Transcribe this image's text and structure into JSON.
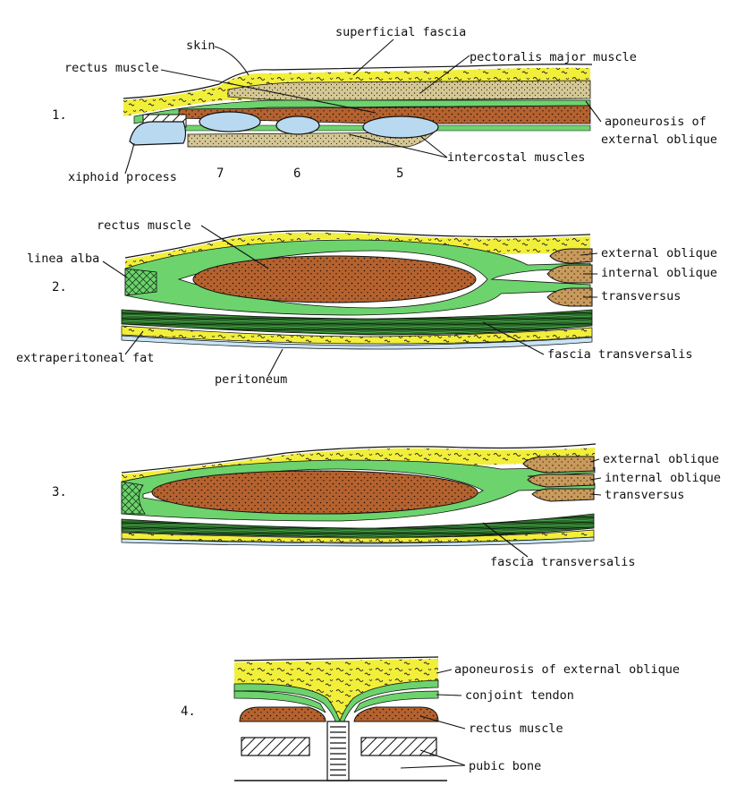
{
  "colors": {
    "fat": "#f2ef3a",
    "fascia": "#6dd36d",
    "muscle": "#b5622f",
    "muscle_light": "#c89a5c",
    "cartilage": "#b9d9f0",
    "peritoneum": "#c8e4f5",
    "pectoral": "#d4c896",
    "dark_green": "#1e4a1e",
    "ink": "#111111"
  },
  "sections": [
    {
      "number": "1.",
      "labels": {
        "skin": "skin",
        "superficial_fascia": "superficial fascia",
        "rectus": "rectus muscle",
        "pectoralis": "pectoralis major muscle",
        "aponeurosis_1": "aponeurosis of",
        "aponeurosis_2": "external oblique",
        "intercostal": "intercostal muscles",
        "xiphoid": "xiphoid process",
        "rib7": "7",
        "rib6": "6",
        "rib5": "5"
      }
    },
    {
      "number": "2.",
      "labels": {
        "rectus": "rectus muscle",
        "linea_alba": "linea alba",
        "external_oblique": "external oblique",
        "internal_oblique": "internal oblique",
        "transversus": "transversus",
        "extraperitoneal_fat": "extraperitoneal fat",
        "fascia_transversalis": "fascia transversalis",
        "peritoneum": "peritoneum"
      }
    },
    {
      "number": "3.",
      "labels": {
        "external_oblique": "external oblique",
        "internal_oblique": "internal oblique",
        "transversus": "transversus",
        "fascia_transversalis": "fascia transversalis"
      }
    },
    {
      "number": "4.",
      "labels": {
        "aponeurosis": "aponeurosis of external oblique",
        "conjoint": "conjoint tendon",
        "rectus": "rectus muscle",
        "pubic_bone": "pubic bone"
      }
    }
  ]
}
